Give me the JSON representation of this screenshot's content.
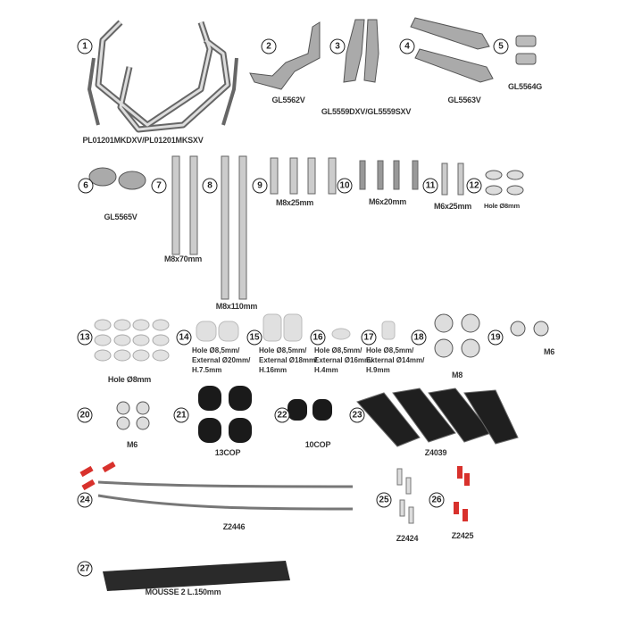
{
  "items": [
    {
      "n": "1",
      "label": "PL01201MKDXV/PL01201MKSXV"
    },
    {
      "n": "2",
      "label": "GL5562V"
    },
    {
      "n": "3",
      "label": "GL5559DXV/GL5559SXV"
    },
    {
      "n": "4",
      "label": "GL5563V"
    },
    {
      "n": "5",
      "label": "GL5564G"
    },
    {
      "n": "6",
      "label": "GL5565V"
    },
    {
      "n": "7",
      "label": ""
    },
    {
      "n": "8",
      "label": "M8x70mm"
    },
    {
      "n": "9",
      "label": "M8x110mm"
    },
    {
      "n": "10",
      "label": "M8x25mm"
    },
    {
      "n": "11",
      "label": "M6x20mm"
    },
    {
      "n": "12",
      "label": "M6x25mm"
    },
    {
      "n": "12b",
      "label": "Hole Ø8mm"
    },
    {
      "n": "13",
      "label": "Hole Ø8mm"
    },
    {
      "n": "14",
      "lines": [
        "Hole Ø8,5mm/",
        "External Ø20mm/",
        "H.7.5mm"
      ]
    },
    {
      "n": "15",
      "lines": [
        "Hole Ø8,5mm/",
        "External Ø18mm/",
        "H.16mm"
      ]
    },
    {
      "n": "16",
      "lines": [
        "Hole Ø8,5mm/",
        "External Ø16mm/",
        "H.4mm"
      ]
    },
    {
      "n": "17",
      "lines": [
        "Hole Ø8,5mm/",
        "External Ø14mm/",
        "H.9mm"
      ]
    },
    {
      "n": "18",
      "label": "M8"
    },
    {
      "n": "19",
      "label": "M6"
    },
    {
      "n": "20",
      "label": "M6"
    },
    {
      "n": "21",
      "label": "13COP"
    },
    {
      "n": "22",
      "label": "10COP"
    },
    {
      "n": "23",
      "label": "Z4039"
    },
    {
      "n": "24",
      "label": "Z2446"
    },
    {
      "n": "25",
      "label": "Z2424"
    },
    {
      "n": "26",
      "label": "Z2425"
    },
    {
      "n": "27",
      "label": "MOUSSE 2 L.150mm"
    }
  ],
  "colors": {
    "metal": "#c9c9c9",
    "outline": "#555555",
    "rubber": "#1a1a1a",
    "connector": "#d8312c",
    "foam": "#2a2a2a"
  }
}
